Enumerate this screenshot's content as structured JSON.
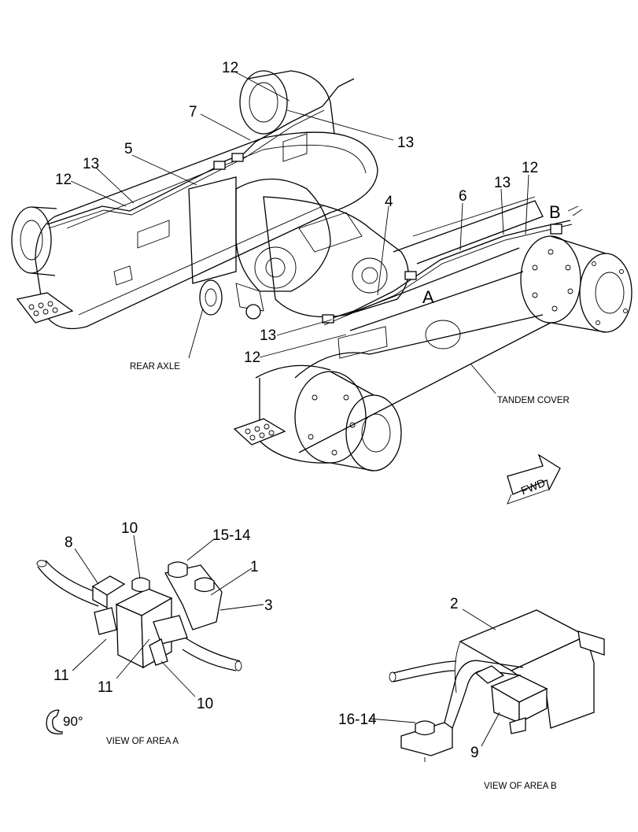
{
  "main_view": {
    "labels": {
      "p12_top": "12",
      "p7": "7",
      "p13_top": "13",
      "p5": "5",
      "p13_left": "13",
      "p12_left": "12",
      "p4": "4",
      "p6": "6",
      "p13_right": "13",
      "p12_right": "12",
      "b": "B",
      "a": "A",
      "p13_center": "13",
      "p12_center": "12"
    },
    "rear_axle": "REAR AXLE",
    "tandem_cover": "TANDEM COVER",
    "fwd": "FWD"
  },
  "view_a": {
    "labels": {
      "p10_top": "10",
      "p8": "8",
      "p15_14": "15-14",
      "p1": "1",
      "p3": "3",
      "p11_left": "11",
      "p11_center": "11",
      "p10_bottom": "10"
    },
    "rotation": "90°",
    "caption": "VIEW OF AREA  A"
  },
  "view_b": {
    "labels": {
      "p2": "2",
      "p16_14": "16-14",
      "p9": "9"
    },
    "caption": "VIEW OF AREA  B"
  }
}
